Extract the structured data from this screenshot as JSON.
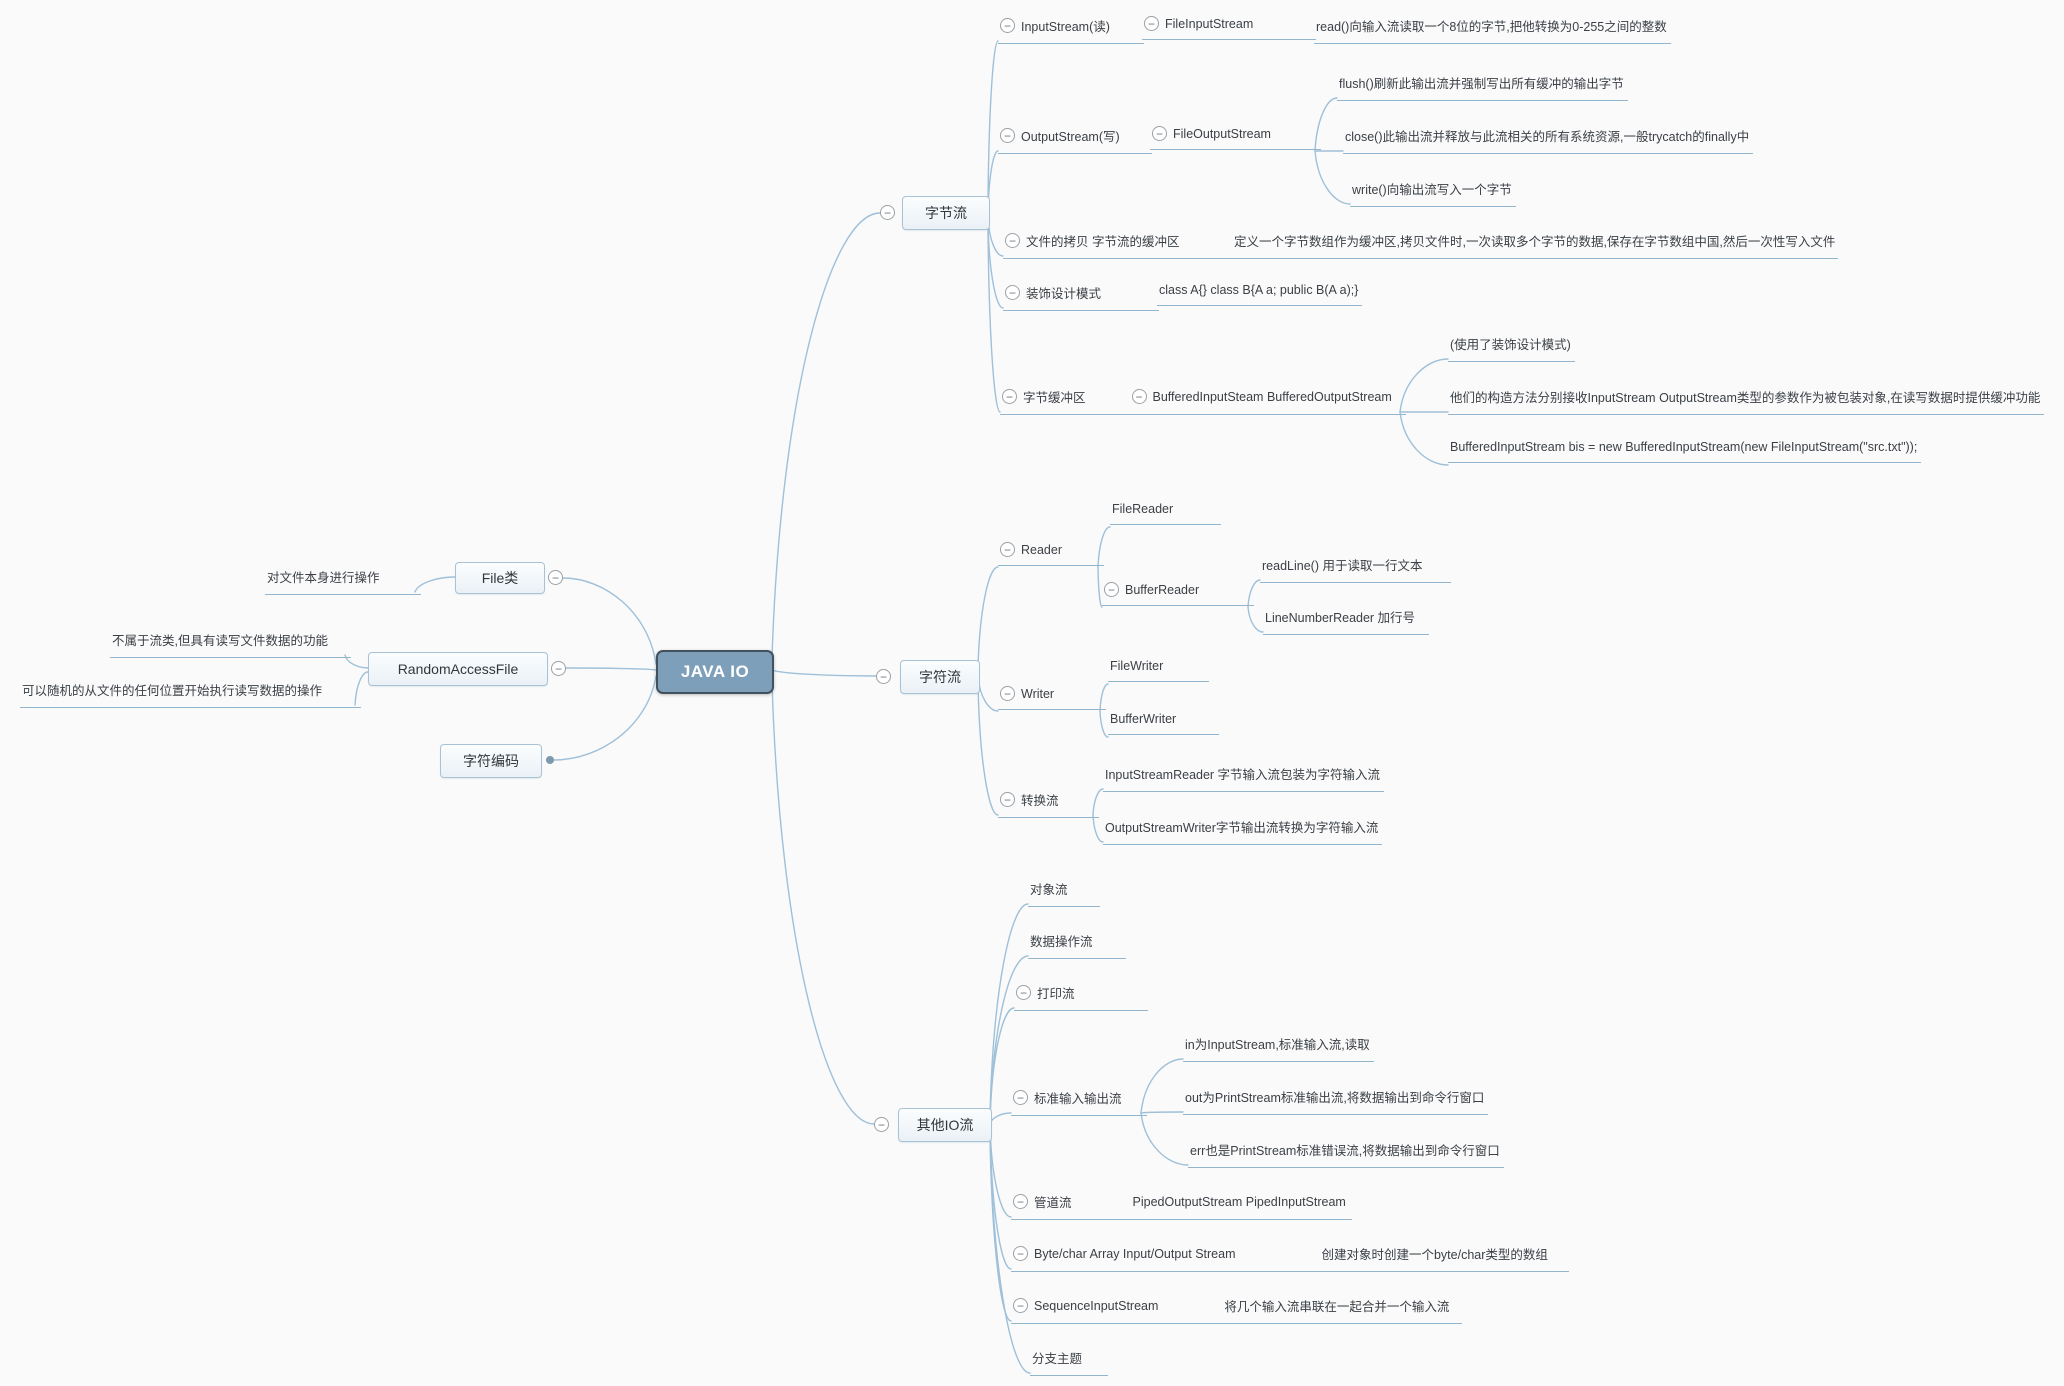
{
  "icons": {
    "collapse": "−"
  },
  "colors": {
    "root_fill": "#7e9fba",
    "root_border": "#41525e",
    "edge": "#9fc0d8"
  },
  "root": {
    "label": "JAVA IO"
  },
  "left": {
    "file": {
      "label": "File类",
      "desc": "对文件本身进行操作"
    },
    "random_access_file": {
      "label": "RandomAccessFile",
      "desc1": "不属于流类,但具有读写文件数据的功能",
      "desc2": "可以随机的从文件的任何位置开始执行读写数据的操作"
    },
    "char_encoding": {
      "label": "字符编码"
    }
  },
  "byte_stream": {
    "label": "字节流",
    "input_stream": {
      "label": "InputStream(读)",
      "file_input_stream": "FileInputStream",
      "read_desc": "read()向输入流读取一个8位的字节,把他转换为0-255之间的整数"
    },
    "output_stream": {
      "label": "OutputStream(写)",
      "file_output_stream": "FileOutputStream",
      "flush_desc": "flush()刷新此输出流并强制写出所有缓冲的输出字节",
      "close_desc": "close()此输出流并释放与此流相关的所有系统资源,一般trycatch的finally中",
      "write_desc": "write()向输出流写入一个字节"
    },
    "file_copy": {
      "label": "文件的拷贝 字节流的缓冲区",
      "desc": "定义一个字节数组作为缓冲区,拷贝文件时,一次读取多个字节的数据,保存在字节数组中国,然后一次性写入文件"
    },
    "decorator": {
      "label": "装饰设计模式",
      "desc": "class A{} class B{A a; public B(A a);}"
    },
    "byte_buffer": {
      "label": "字节缓冲区",
      "classes": "BufferedInputSteam BufferedOutputStream",
      "note1": "(使用了装饰设计模式)",
      "note2": "他们的构造方法分别接收InputStream OutputStream类型的参数作为被包装对象,在读写数据时提供缓冲功能",
      "note3": "BufferedInputStream bis = new BufferedInputStream(new FileInputStream(\"src.txt\"));"
    }
  },
  "char_stream": {
    "label": "字符流",
    "reader": {
      "label": "Reader",
      "file_reader": "FileReader",
      "buffer_reader": "BufferReader",
      "read_line": "readLine() 用于读取一行文本",
      "line_number_reader": "LineNumberReader 加行号"
    },
    "writer": {
      "label": "Writer",
      "file_writer": "FileWriter",
      "buffer_writer": "BufferWriter"
    },
    "convert": {
      "label": "转换流",
      "input_stream_reader": "InputStreamReader 字节输入流包装为字符输入流",
      "output_stream_writer": "OutputStreamWriter字节输出流转换为字符输入流"
    }
  },
  "other_io": {
    "label": "其他IO流",
    "object_stream": "对象流",
    "data_stream": "数据操作流",
    "print_stream": "打印流",
    "std_stream": {
      "label": "标准输入输出流",
      "in_desc": "in为InputStream,标准输入流,读取",
      "out_desc": "out为PrintStream标准输出流,将数据输出到命令行窗口",
      "err_desc": "err也是PrintStream标准错误流,将数据输出到命令行窗口"
    },
    "pipe_stream": {
      "label": "管道流",
      "classes": "PipedOutputStream PipedInputStream"
    },
    "byte_char_array": {
      "label": "Byte/char Array Input/Output Stream",
      "desc": "创建对象时创建一个byte/char类型的数组"
    },
    "sequence": {
      "label": "SequenceInputStream",
      "desc": "将几个输入流串联在一起合并一个输入流"
    },
    "branch_topic": "分支主题"
  }
}
